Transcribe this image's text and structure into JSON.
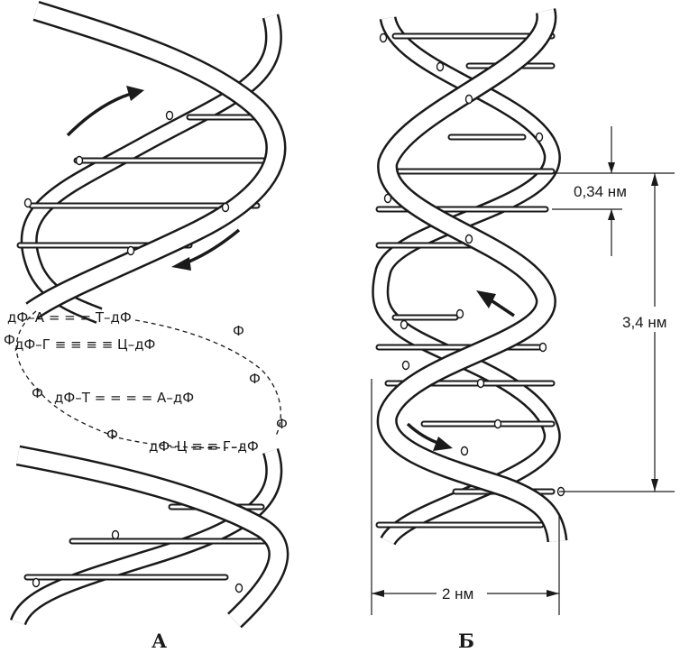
{
  "panels": {
    "left": "А",
    "right": "Б"
  },
  "pairs": [
    "дФ–А = = = Т–дФ",
    "дФ–Г  ≡  ≡  ≡  ≡  Ц–дФ",
    "дФ–Т  =  =  =  =  А–дФ",
    "дФ–Ц ≡ ≡ Г–дФ"
  ],
  "phosphate": "Ф",
  "dimensions": {
    "rise": "0,34 нм",
    "pitch": "3,4 нм",
    "diameter": "2 нм"
  }
}
